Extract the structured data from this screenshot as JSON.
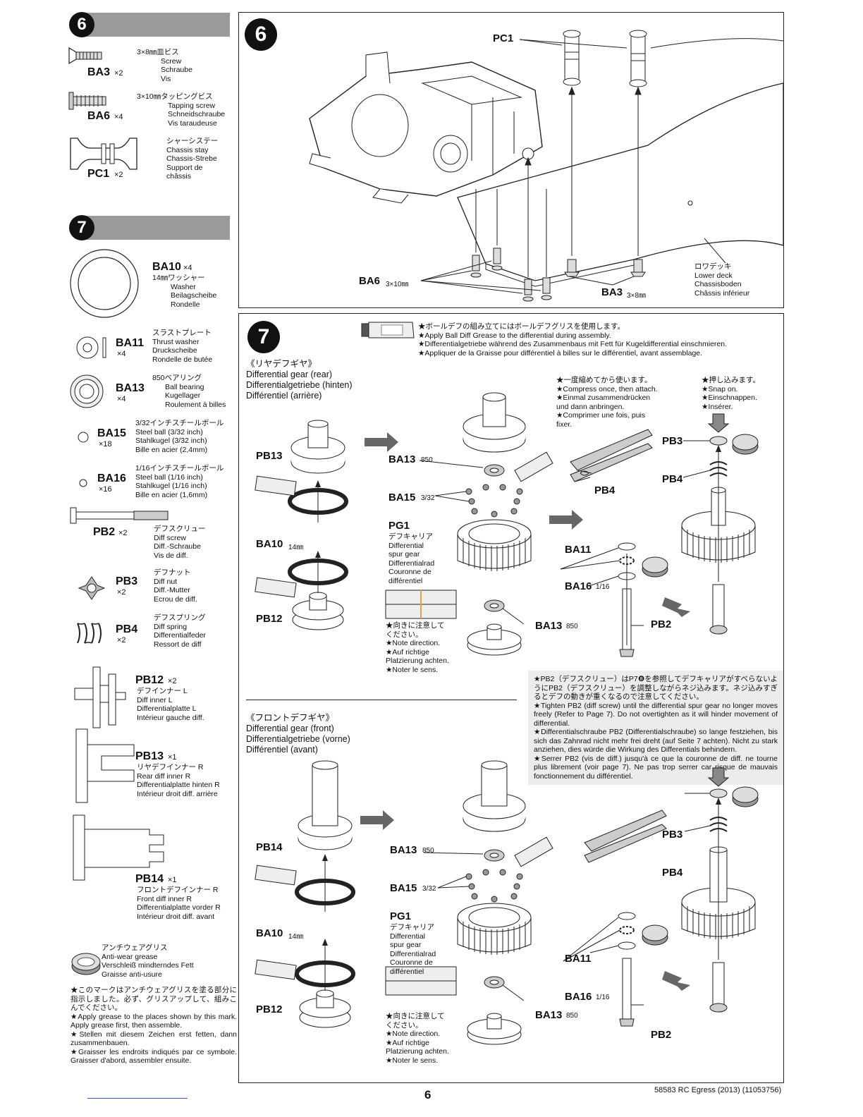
{
  "left_col": {
    "step6": {
      "num": "6",
      "parts": [
        {
          "code": "BA3",
          "qty": "×2",
          "desc": [
            "3×8㎜皿ビス",
            "Screw",
            "Schraube",
            "Vis"
          ]
        },
        {
          "code": "BA6",
          "qty": "×4",
          "desc": [
            "3×10㎜タッピングビス",
            "Tapping screw",
            "Schneidschraube",
            "Vis taraudeuse"
          ]
        },
        {
          "code": "PC1",
          "qty": "×2",
          "desc": [
            "シャーシステー",
            "Chassis stay",
            "Chassis-Strebe",
            "Support de",
            "châssis"
          ]
        }
      ]
    },
    "step7": {
      "num": "7",
      "parts": [
        {
          "code": "BA10",
          "qty": "×4",
          "desc": [
            "14㎜ワッシャー",
            "Washer",
            "Beilagscheibe",
            "Rondelle"
          ]
        },
        {
          "code": "BA11",
          "qty": "×4",
          "desc": [
            "スラストプレート",
            "Thrust washer",
            "Druckscheibe",
            "Rondelle de butée"
          ]
        },
        {
          "code": "BA13",
          "qty": "×4",
          "desc": [
            "850ベアリング",
            "Ball bearing",
            "Kugellager",
            "Roulement à billes"
          ]
        },
        {
          "code": "BA15",
          "qty": "×18",
          "desc": [
            "3/32インチスチールボール",
            "Steel ball (3/32 inch)",
            "Stahlkugel (3/32 inch)",
            "Bille en acier (2,4mm)"
          ]
        },
        {
          "code": "BA16",
          "qty": "×16",
          "desc": [
            "1/16インチスチールボール",
            "Steel ball (1/16 inch)",
            "Stahlkugel (1/16 inch)",
            "Bille en acier (1,6mm)"
          ]
        },
        {
          "code": "PB2",
          "qty": "×2",
          "desc": [
            "デフスクリュー",
            "Diff screw",
            "Diff.-Schraube",
            "Vis de diff."
          ]
        },
        {
          "code": "PB3",
          "qty": "×2",
          "desc": [
            "デフナット",
            "Diff nut",
            "Diff.-Mutter",
            "Ecrou de diff."
          ]
        },
        {
          "code": "PB4",
          "qty": "×2",
          "desc": [
            "デフスプリング",
            "Diff spring",
            "Differentialfeder",
            "Ressort de diff"
          ]
        },
        {
          "code": "PB12",
          "qty": "×2",
          "desc": [
            "デフインナー L",
            "Diff inner L",
            "Differentialplatte L",
            "Intérieur gauche diff."
          ]
        },
        {
          "code": "PB13",
          "qty": "×1",
          "desc": [
            "リヤデフインナー R",
            "Rear diff inner R",
            "Differentialplatte hinten R",
            "Intérieur droit diff. arrière"
          ]
        },
        {
          "code": "PB14",
          "qty": "×1",
          "desc": [
            "フロントデフインナー R",
            "Front diff inner R",
            "Differentialplatte vorder R",
            "Intérieur droit diff. avant"
          ]
        }
      ]
    },
    "grease": {
      "desc": [
        "アンチウェアグリス",
        "Anti-wear grease",
        "Verschleiß mindterndes Fett",
        "Graisse anti-usure"
      ],
      "notes": [
        "★このマークはアンチウェアグリスを塗る部分に指示しました。必ず、グリスアップして、組みこんでください。",
        "★Apply grease to the places shown by this mark. Apply grease first, then assemble.",
        "★Stellen mit diesem Zeichen erst fetten, dann zusammenbauen.",
        "★Graisser les endroits indiqués par ce symbole. Graisser d'abord, assembler ensuite."
      ]
    }
  },
  "panel6": {
    "num": "6",
    "labels": {
      "pc1": "PC1",
      "ba6": "BA6",
      "ba6_size": "3×10㎜",
      "ba3": "BA3",
      "ba3_size": "3×8㎜"
    },
    "lower_deck": [
      "ロワデッキ",
      "Lower deck",
      "Chassisboden",
      "Châssis inférieur"
    ]
  },
  "panel7": {
    "num": "7",
    "grease_notes": [
      "★ボールデフの組み立てにはボールデフグリスを使用します。",
      "★Apply Ball Diff Grease to the differential during assembly.",
      "★Differentialgetriebe während des Zusammenbaus mit Fett für Kugeldifferential einschmieren.",
      "★Appliquer de la Graisse pour différentiel à billes sur le différentiel, avant assemblage."
    ],
    "rear_title": [
      "《リヤデフギヤ》",
      "Differential gear (rear)",
      "Differentialgetriebe (hinten)",
      "Différentiel (arrière)"
    ],
    "front_title": [
      "《フロントデフギヤ》",
      "Differential gear (front)",
      "Differentialgetriebe (vorne)",
      "Différentiel (avant)"
    ],
    "compress_note": [
      "★一度縮めてから使います。",
      "★Compress once, then attach.",
      "★Einmal zusammendrücken",
      "und dann anbringen.",
      "★Comprimer une fois, puis",
      "fixer."
    ],
    "snap_note": [
      "★押し込みます。",
      "★Snap on.",
      "★Einschnappen.",
      "★Insérer."
    ],
    "direction_note": [
      "★向きに注意して",
      "ください。",
      "★Note direction.",
      "★Auf richtige",
      "Platzierung achten.",
      "★Noter le sens."
    ],
    "pg1_desc": [
      "デフキャリア",
      "Differential",
      "spur gear",
      "Differentialrad",
      "Couronne de",
      "différentiel"
    ],
    "labels": {
      "pb13": "PB13",
      "pb14": "PB14",
      "pb12": "PB12",
      "ba10": "BA10",
      "ba10_size": "14㎜",
      "ba13": "BA13",
      "ba13_size": "850",
      "ba15": "BA15",
      "ba15_size": "3/32",
      "pg1": "PG1",
      "pb3": "PB3",
      "pb4": "PB4",
      "ba11": "BA11",
      "ba16": "BA16",
      "ba16_size": "1/16",
      "pb2": "PB2"
    },
    "pb2_note": [
      "★PB2（デフスクリュー）はP7❽を参照してデフキャリアがすべらないようにPB2（デフスクリュー）を調整しながらネジ込みます。ネジ込みすぎるとデフの動きが重くなるので注意してください。",
      "★Tighten PB2 (diff screw) until the differential spur gear no longer moves freely (Refer to Page 7). Do not overtighten as it will hinder movement of differential.",
      "★Differentialschraube PB2 (Differentialschraube) so lange festziehen, bis sich das Zahnrad nicht mehr frei dreht (auf Seite 7 achten). Nicht zu stark anziehen, dies würde die Wirkung des Differentials behindern.",
      "★Serrer PB2 (vis de diff.) jusqu'à ce que la couronne de diff. ne tourne plus librement (voir page 7). Ne pas trop serrer car risque de mauvais fonctionnement du différentiel."
    ]
  },
  "footer": {
    "page": "6",
    "model": "58583 RC Egress (2013) (11053756)"
  }
}
